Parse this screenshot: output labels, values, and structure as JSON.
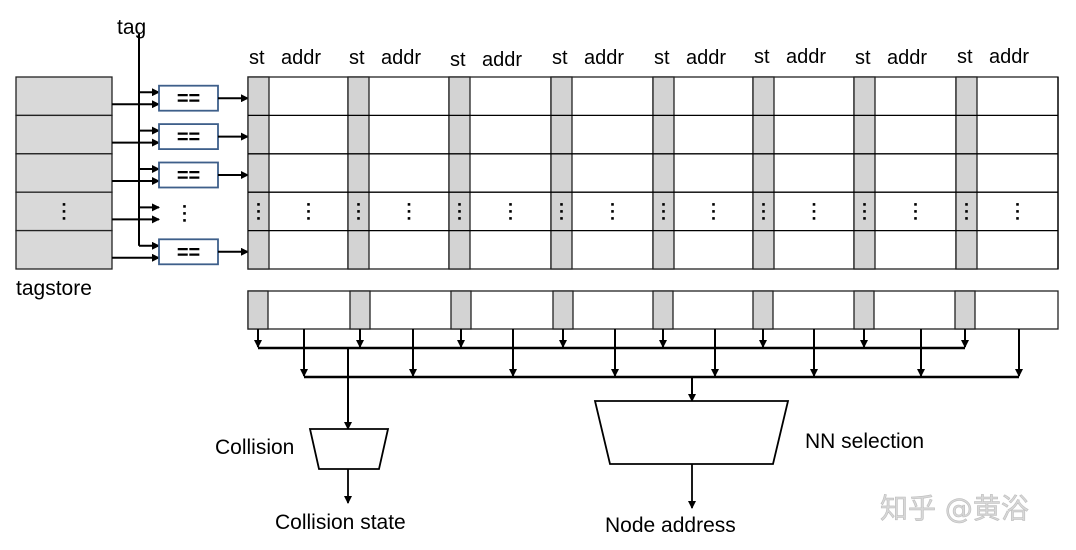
{
  "labels": {
    "tag": "tag",
    "tagstore": "tagstore",
    "collision": "Collision",
    "collision_state": "Collision state",
    "nn_selection": "NN selection",
    "node_address": "Node address",
    "watermark": "知乎 @黄浴"
  },
  "columns": [
    {
      "st": "st",
      "addr": "addr"
    },
    {
      "st": "st",
      "addr": "addr"
    },
    {
      "st": "st",
      "addr": "addr"
    },
    {
      "st": "st",
      "addr": "addr"
    },
    {
      "st": "st",
      "addr": "addr"
    },
    {
      "st": "st",
      "addr": "addr"
    },
    {
      "st": "st",
      "addr": "addr"
    },
    {
      "st": "st",
      "addr": "addr"
    }
  ],
  "tagstore_rows": [
    "",
    "",
    "",
    "⋮",
    ""
  ],
  "comparators": [
    "==",
    "==",
    "==",
    "⋮",
    "=="
  ],
  "table_rows": [
    "",
    "",
    "",
    "⋮",
    ""
  ],
  "colors": {
    "st_fill": "#d3d3d3",
    "tagstore_fill": "#d9d9d9",
    "comparator_border": "#3e5f8a",
    "line": "#000000"
  }
}
